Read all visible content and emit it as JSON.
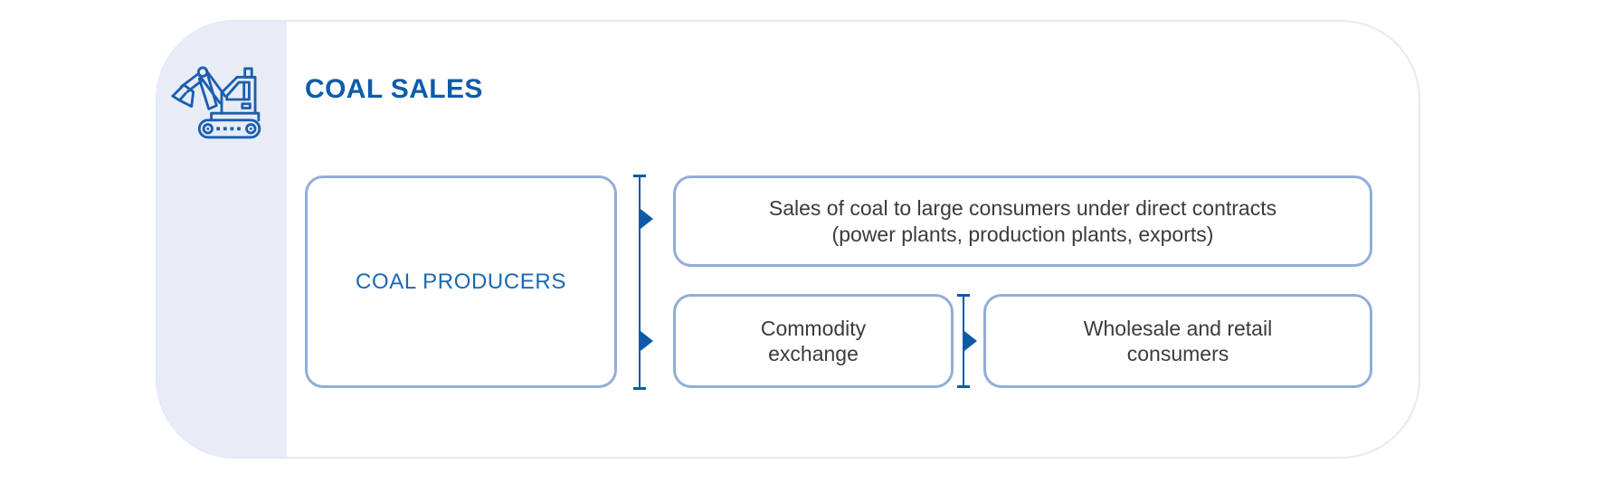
{
  "header": {
    "title": "COAL SALES",
    "icon": "excavator-icon"
  },
  "flow": {
    "producers": {
      "label": "COAL PRODUCERS"
    },
    "direct_sales": {
      "line1": "Sales of coal to large consumers under direct contracts",
      "line2": "(power plants, production plants, exports)"
    },
    "commodity_exchange": {
      "line1": "Commodity",
      "line2": "exchange"
    },
    "wholesale_retail": {
      "line1": "Wholesale and retail",
      "line2": "consumers"
    }
  },
  "colors": {
    "accent": "#0c5caa",
    "line": "#0e5aa8",
    "box-border": "#93add9",
    "strip": "#e8ecf7",
    "card-border": "#e3eaf6",
    "body-text": "#3b3b3d",
    "producer-text": "#1a68b3"
  }
}
